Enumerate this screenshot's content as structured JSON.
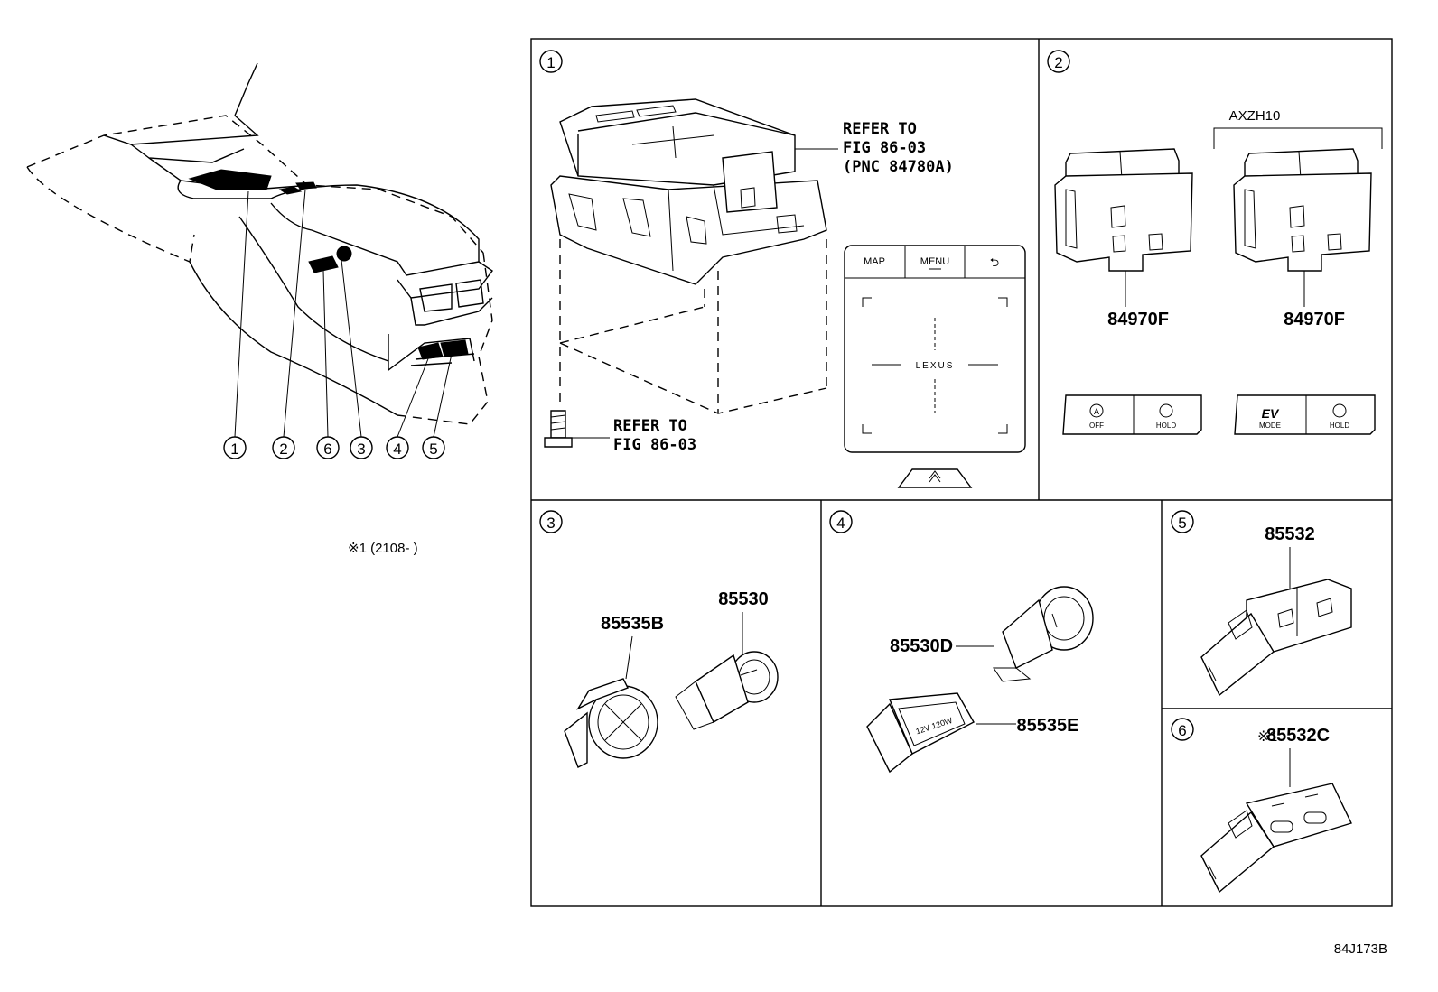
{
  "diagram_id": "84J173B",
  "note": "※1 (2108-      )",
  "overview": {
    "callouts": [
      "1",
      "2",
      "6",
      "3",
      "4",
      "5"
    ]
  },
  "panels": {
    "p1": {
      "number": "1",
      "refer_main": [
        "REFER TO",
        "FIG 86-03",
        "(PNC 84780A)"
      ],
      "refer_bolt": [
        "REFER TO",
        "FIG 86-03"
      ],
      "buttons": [
        "MAP",
        "MENU",
        "⮌"
      ],
      "logo": "LEXUS"
    },
    "p2": {
      "number": "2",
      "variant": "AXZH10",
      "parts": [
        "84970F",
        "84970F"
      ],
      "left_buttons": [
        "OFF",
        "HOLD"
      ],
      "right_buttons": [
        "EV",
        "MODE",
        "HOLD"
      ]
    },
    "p3": {
      "number": "3",
      "parts": [
        "85530",
        "85535B"
      ]
    },
    "p4": {
      "number": "4",
      "parts": [
        "85530D",
        "85535E"
      ]
    },
    "p5": {
      "number": "5",
      "parts": [
        "85532"
      ]
    },
    "p6": {
      "number": "6",
      "mark": "※1",
      "parts": [
        "85532C"
      ]
    }
  }
}
